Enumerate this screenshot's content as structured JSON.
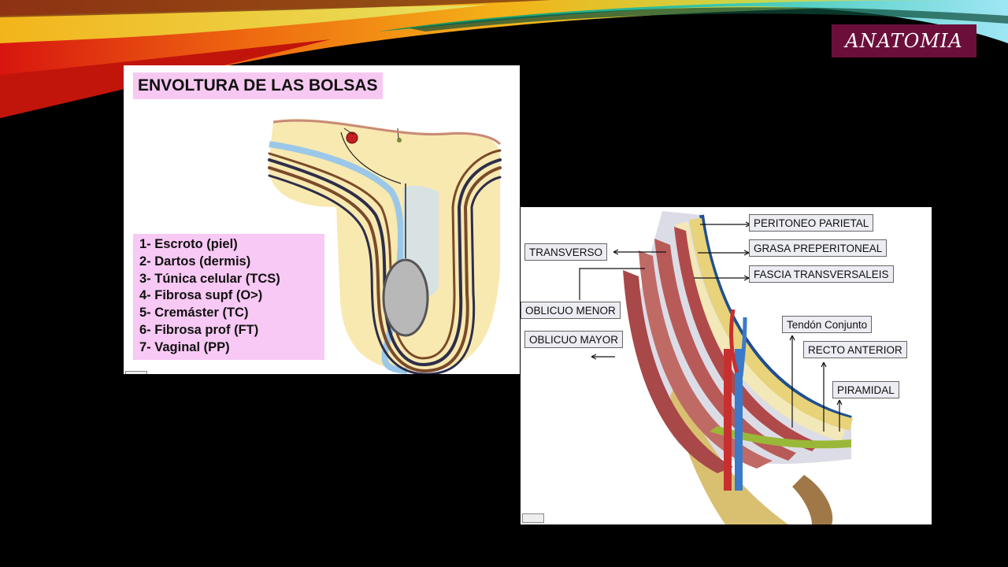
{
  "header": {
    "badge_text": "ANATOMIA",
    "badge_color": "#6b0f3a"
  },
  "panel1": {
    "title": "ENVOLTURA DE LAS BOLSAS",
    "legend": [
      "1- Escroto (piel)",
      "2- Dartos (dermis)",
      "3- Túnica celular (TCS)",
      "4- Fibrosa supf (O>)",
      "5- Cremáster (TC)",
      "6- Fibrosa prof (FT)",
      "7- Vaginal (PP)"
    ]
  },
  "panel2": {
    "labels": {
      "peritoneo": "PERITONEO PARIETAL",
      "grasa": "GRASA PREPERITONEAL",
      "fascia": "FASCIA TRANSVERSALEIS",
      "transverso": "TRANSVERSO",
      "oblicuo_menor": "OBLICUO MENOR",
      "oblicuo_mayor": "OBLICUO MAYOR",
      "tendon": "Tendón Conjunto",
      "recto": "RECTO ANTERIOR",
      "piramidal": "PIRAMIDAL"
    }
  }
}
